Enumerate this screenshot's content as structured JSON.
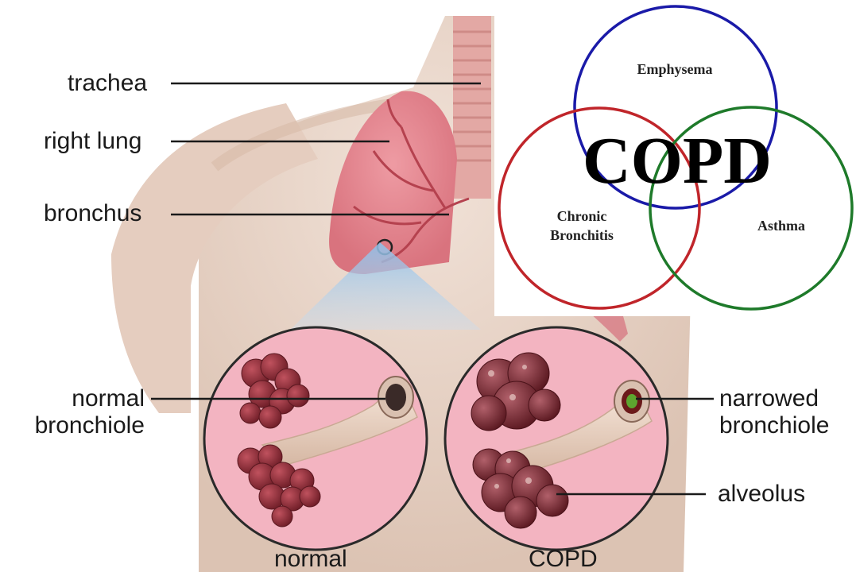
{
  "anatomy": {
    "left_labels": {
      "trachea": "trachea",
      "right_lung": "right lung",
      "bronchus": "bronchus",
      "normal_bronchiole_line1": "normal",
      "normal_bronchiole_line2": "bronchiole"
    },
    "right_labels": {
      "narrowed_bronchiole_line1": "narrowed",
      "narrowed_bronchiole_line2": "bronchiole",
      "alveolus": "alveolus"
    },
    "captions": {
      "normal": "normal",
      "copd": "COPD"
    }
  },
  "venn": {
    "title": "COPD",
    "sets": [
      {
        "label": "Emphysema",
        "color": "#1a1aa8"
      },
      {
        "label": "Chronic Bronchitis",
        "label_line1": "Chronic",
        "label_line2": "Bronchitis",
        "color": "#c0252a"
      },
      {
        "label": "Asthma",
        "color": "#1e7a2a"
      }
    ]
  },
  "colors": {
    "skin": "#e9d5c8",
    "lung": "#e58a93",
    "magnifier_bg": "#f4b6c2",
    "alveoli": "#8e2f3a",
    "callout_blue": "#9fc4e8"
  }
}
